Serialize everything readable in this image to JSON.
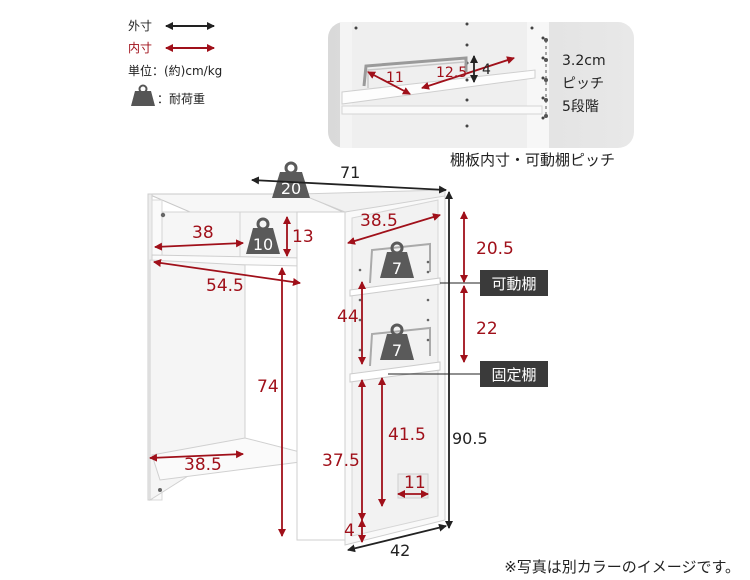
{
  "legend": {
    "outer": "外寸",
    "inner": "内寸",
    "unit": "単位：(約)cm/kg",
    "load": "：耐荷重"
  },
  "colors": {
    "red": "#a0101a",
    "black": "#222222",
    "tag_bg": "#3a3a3a"
  },
  "inset": {
    "dims": [
      "11",
      "12.5",
      "4"
    ],
    "pitch": "3.2cm",
    "pitch_word": "ピッチ",
    "steps": "5段階",
    "caption": "棚板内寸・可動棚ピッチ"
  },
  "dims": {
    "outer_width": "71",
    "outer_depth": "42",
    "outer_height": "90.5",
    "top_shelf_width": "38",
    "top_shelf_height": "13",
    "counter_width": "54.5",
    "leg_height": "74",
    "bottom_width": "38.5",
    "side_width": "38.5",
    "upper_height": "20.5",
    "middle_height": "22",
    "cabinet_height": "44",
    "lower_height": "37.5",
    "lower_inner": "41.5",
    "slot_width": "11",
    "plinth_height": "4"
  },
  "loads": {
    "top": "20",
    "shelf_small": "10",
    "shelf_upper": "7",
    "shelf_middle": "7"
  },
  "tags": {
    "movable": "可動棚",
    "fixed": "固定棚"
  },
  "note": "※写真は別カラーのイメージです。"
}
